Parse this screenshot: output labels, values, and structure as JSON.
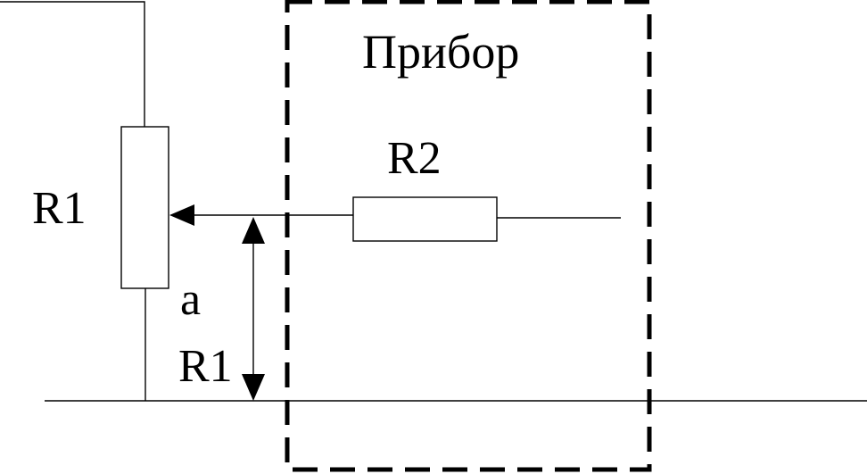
{
  "diagram": {
    "device_label": "Прибор",
    "r1_label": "R1",
    "r2_label": "R2",
    "a_label": "a",
    "aR1_label": "R1"
  },
  "colors": {
    "line": "#000000",
    "background": "#ffffff"
  }
}
